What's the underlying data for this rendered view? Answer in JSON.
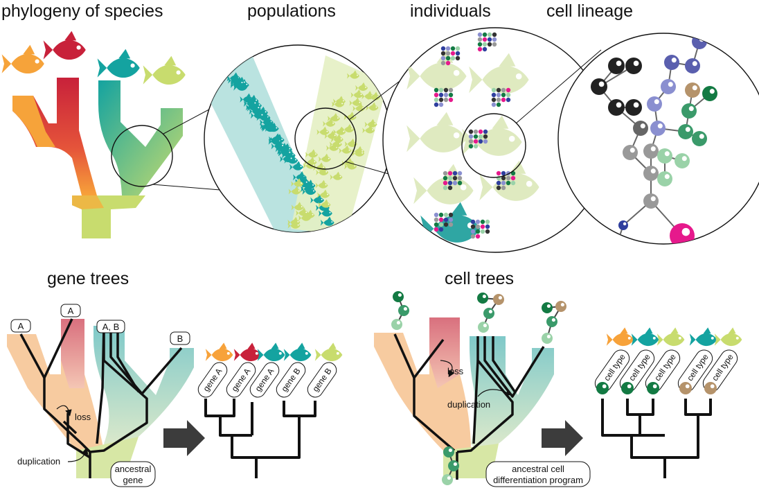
{
  "titles": {
    "phylogeny": "phylogeny of species",
    "populations": "populations",
    "individuals": "individuals",
    "cell_lineage": "cell lineage",
    "gene_trees": "gene trees",
    "cell_trees": "cell trees"
  },
  "gene_tree_panel": {
    "tip_labels": [
      "A",
      "A",
      "A, B",
      "B"
    ],
    "event_loss": "loss",
    "event_duplication": "duplication",
    "root_label_line1": "ancestral",
    "root_label_line2": "gene",
    "resolved_tips": [
      "gene A",
      "gene A",
      "gene A",
      "gene B",
      "gene B"
    ]
  },
  "cell_tree_panel": {
    "event_loss": "loss",
    "event_duplication": "duplication",
    "root_label_line1": "ancestral cell",
    "root_label_line2": "differentiation program",
    "resolved_tips": [
      "cell type",
      "cell type",
      "cell type",
      "cell type",
      "cell type"
    ]
  },
  "colors": {
    "orange": "#f7a23a",
    "red": "#c8213a",
    "teal": "#14a3a0",
    "lime": "#c8dc6e",
    "navy": "#2f3f9e",
    "magenta": "#e6198c",
    "dark_green": "#137a43",
    "tan": "#b5936b",
    "arrow_grey": "#3c3c3c"
  },
  "icons": [
    "fish-icon",
    "cell-icon",
    "sperm-icon",
    "arrow-right-icon",
    "magnifier-circle"
  ]
}
